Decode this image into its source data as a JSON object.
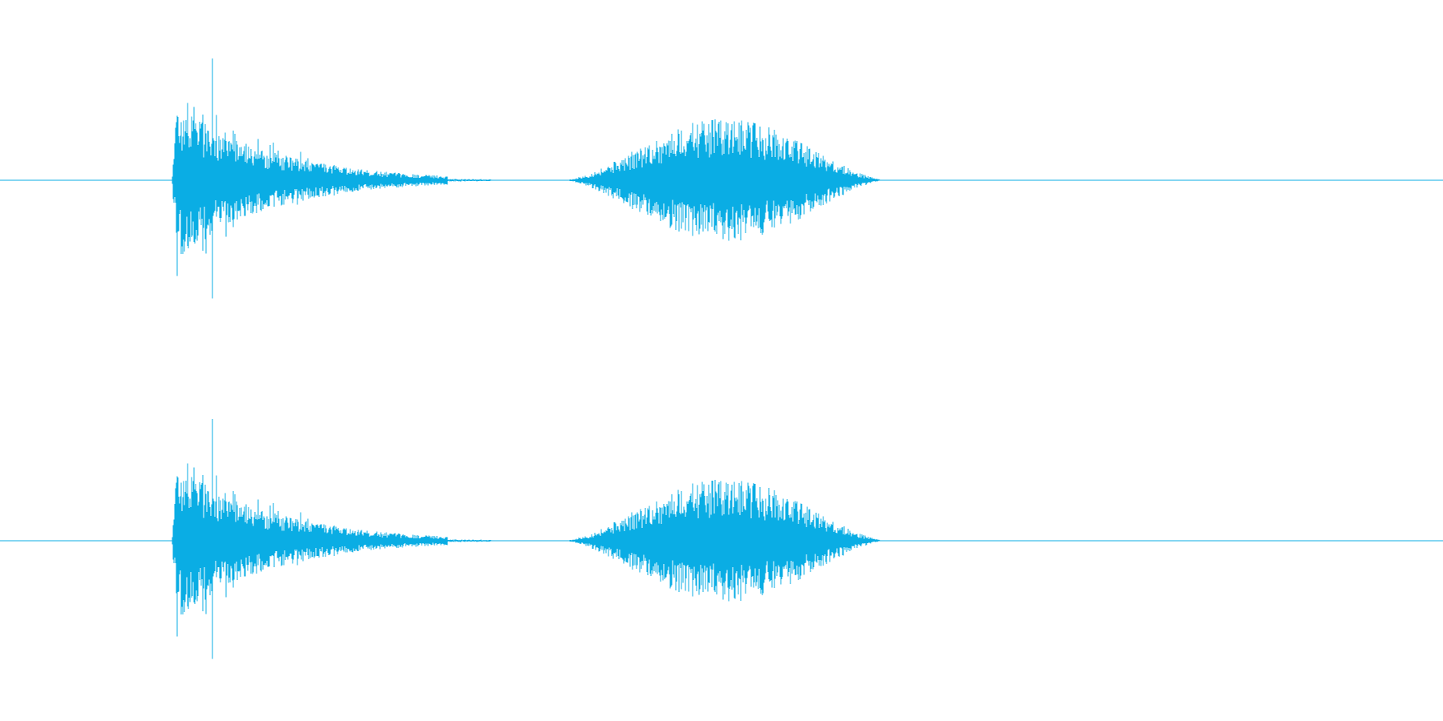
{
  "colors": {
    "background": "#ffffff",
    "waveform": "#0aade4"
  },
  "chart_data": {
    "type": "waveform",
    "channels": [
      {
        "bursts": [
          {
            "start": 0.119,
            "end": 0.34,
            "attack_end": 0.123,
            "peak": 0.147,
            "peak_amplitude": 1.0,
            "typical_amplitude": 0.55,
            "decay": "exponential",
            "dense_until": 0.31
          },
          {
            "start": 0.39,
            "end": 0.615,
            "peak": 0.48,
            "peak_amplitude": 0.47,
            "typical_amplitude": 0.42,
            "envelope": "smooth-hump"
          }
        ]
      },
      {
        "bursts": [
          {
            "start": 0.119,
            "end": 0.34,
            "attack_end": 0.123,
            "peak": 0.147,
            "peak_amplitude": 1.0,
            "typical_amplitude": 0.55,
            "decay": "exponential",
            "dense_until": 0.31
          },
          {
            "start": 0.39,
            "end": 0.615,
            "peak": 0.48,
            "peak_amplitude": 0.47,
            "typical_amplitude": 0.42,
            "envelope": "smooth-hump"
          }
        ]
      }
    ]
  }
}
